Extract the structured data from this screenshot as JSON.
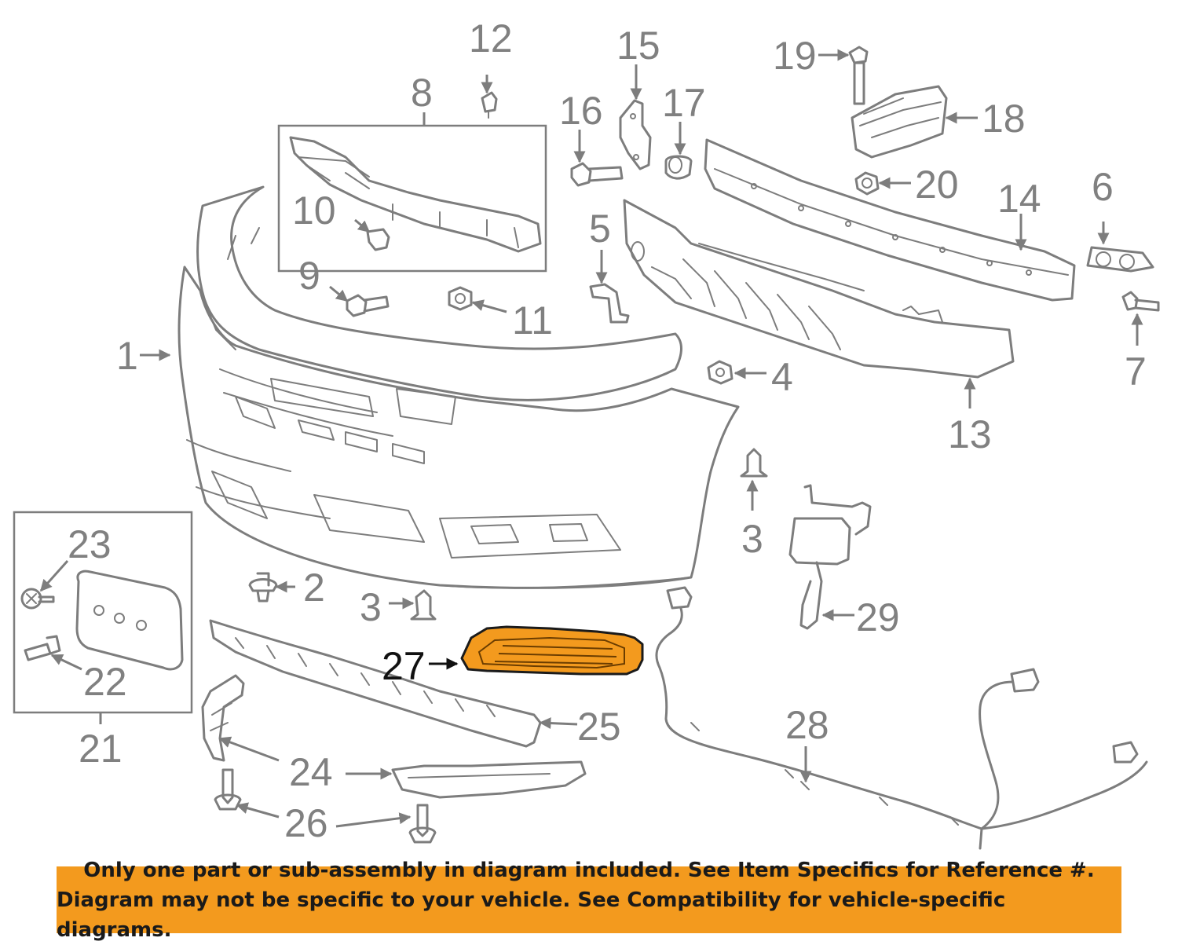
{
  "diagram": {
    "callouts": {
      "p1": "1",
      "p2": "2",
      "p3a": "3",
      "p3b": "3",
      "p4": "4",
      "p5": "5",
      "p6": "6",
      "p7": "7",
      "p8": "8",
      "p9": "9",
      "p10": "10",
      "p11": "11",
      "p12": "12",
      "p13": "13",
      "p14": "14",
      "p15": "15",
      "p16": "16",
      "p17": "17",
      "p18": "18",
      "p19": "19",
      "p20": "20",
      "p21": "21",
      "p22": "22",
      "p23": "23",
      "p24": "24",
      "p25": "25",
      "p26": "26",
      "p27": "27",
      "p28": "28",
      "p29": "29"
    },
    "highlighted_part": "27",
    "colors": {
      "highlight": "#f39a1e",
      "line": "#7d7d7d",
      "banner": "#f39a1e"
    }
  },
  "notice": {
    "line1": "Only one part or sub-assembly in diagram included. See Item Specifics for Reference #.",
    "line2": "Diagram may not be specific to your vehicle. See Compatibility for vehicle-specific diagrams."
  }
}
